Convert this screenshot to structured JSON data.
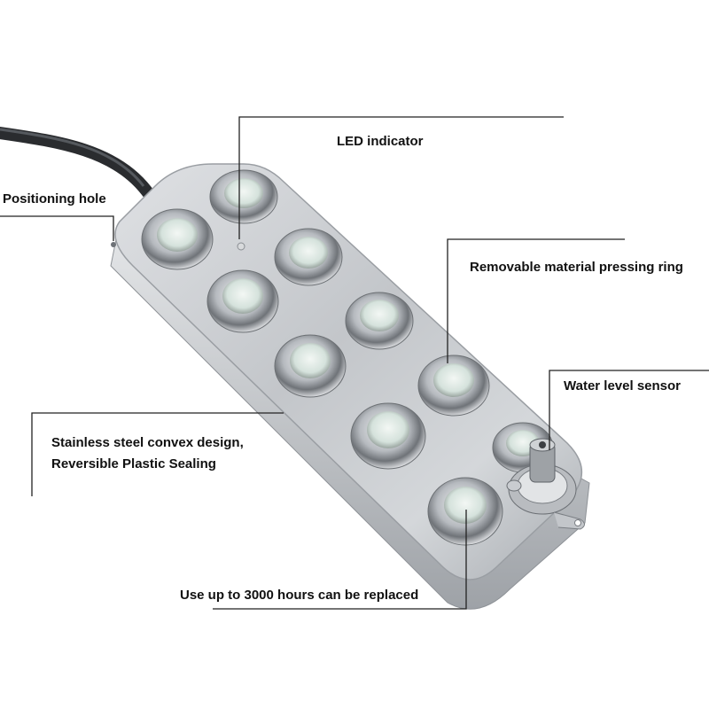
{
  "product": {
    "name": "ultrasonic-mist-maker-10-head",
    "colors": {
      "steel": "#c9ccd0",
      "steel_dark": "#8e9297",
      "cable": "#2a2c2f",
      "lens": "#dfe9e4",
      "line": "#222222"
    }
  },
  "callouts": {
    "led_indicator": "LED indicator",
    "positioning_hole": "Positioning hole",
    "pressing_ring": "Removable material pressing ring",
    "water_level_sensor": "Water level sensor",
    "steel_design_line1": "Stainless steel convex design,",
    "steel_design_line2": "Reversible Plastic Sealing",
    "replace_hours": "Use up to 3000 hours can be replaced"
  }
}
